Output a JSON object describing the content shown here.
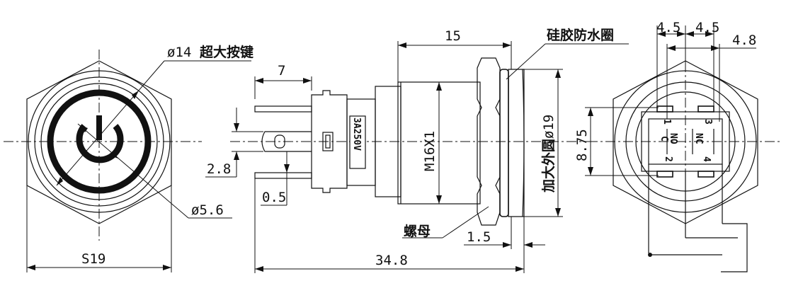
{
  "labels": {
    "button_dia": "ø14",
    "button_name": "超大按键",
    "icon_dia": "ø5.6",
    "hex_size": "S19",
    "len_7": "7",
    "len_15": "15",
    "seal": "硅胶防水圈",
    "pitch_28": "2.8",
    "thick_05": "0.5",
    "rating": "3A250V",
    "thread": "M16X1",
    "enlarge": "加大外圆",
    "outer_dia": "ø19",
    "nut": "螺母",
    "len_15b": "1.5",
    "total_len": "34.8",
    "gap_45a": "4.5",
    "gap_45b": "4.5",
    "gap_48": "4.8",
    "height_875": "8.75"
  },
  "terminals": {
    "t1": "1",
    "t2": "2",
    "t3": "3",
    "t4": "4",
    "no": "NO",
    "nc": "NC",
    "c": "C"
  }
}
